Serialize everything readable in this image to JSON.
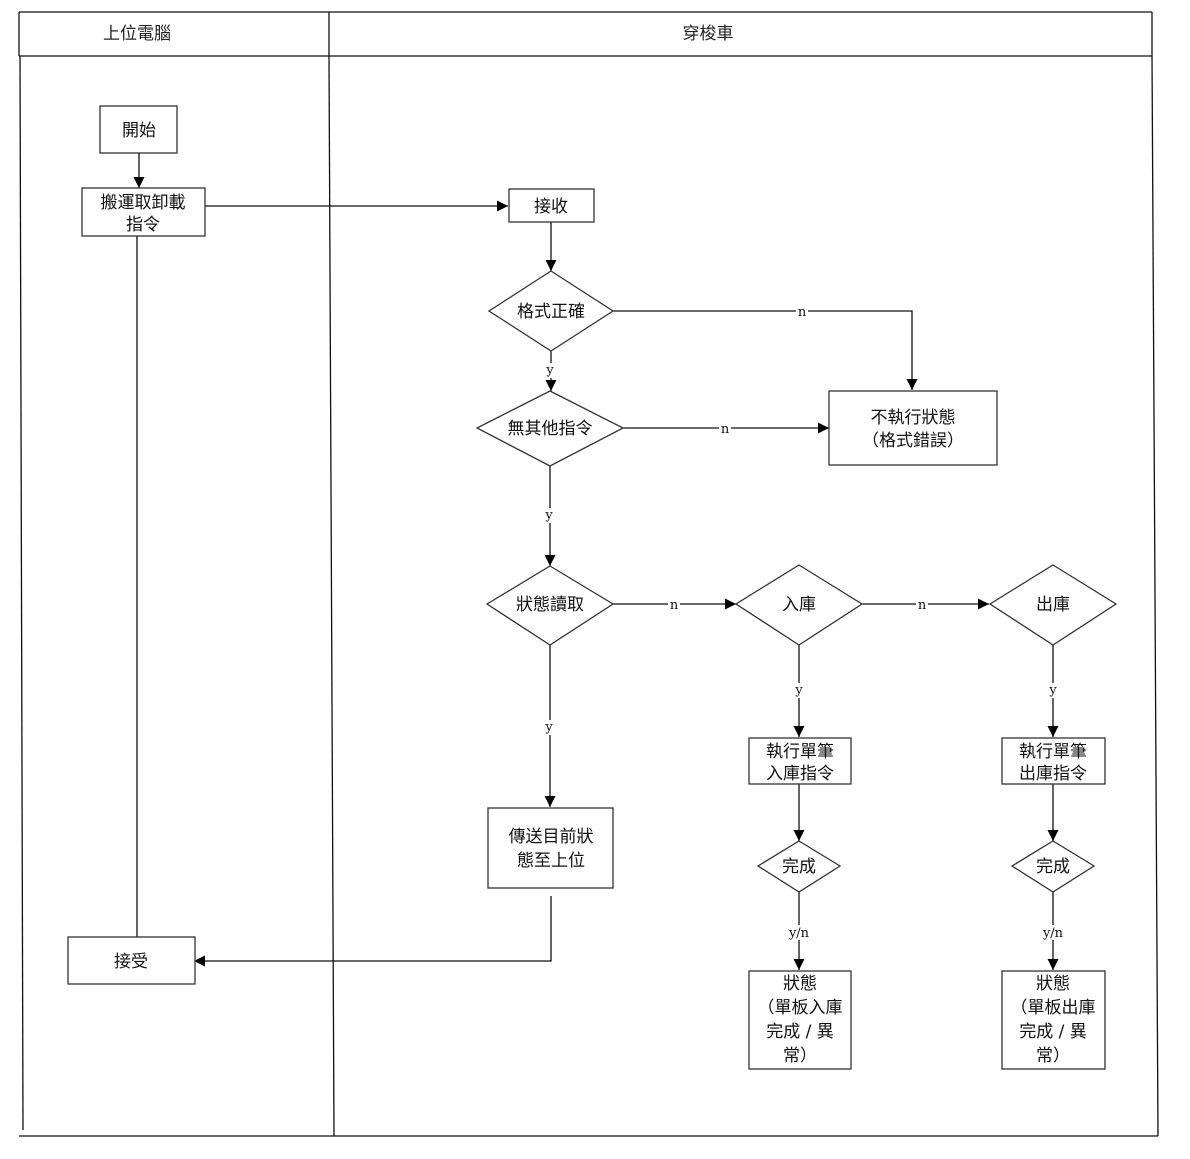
{
  "lanes": {
    "host": "上位電腦",
    "shuttle": "穿梭車"
  },
  "nodes": {
    "start": "開始",
    "cmd": [
      "搬運取卸載",
      "指令"
    ],
    "receive": "接收",
    "format_ok": "格式正確",
    "no_other_cmd": "無其他指令",
    "not_exec": [
      "不執行狀態",
      "（格式錯誤）"
    ],
    "status_read": "狀態讀取",
    "inbound": "入庫",
    "outbound": "出庫",
    "send_status": [
      "傳送目前狀",
      "態至上位"
    ],
    "exec_in": [
      "執行單筆",
      "入庫指令"
    ],
    "exec_out": [
      "執行單筆",
      "出庫指令"
    ],
    "done_in": "完成",
    "done_out": "完成",
    "status_in": [
      "狀態",
      "（單板入庫",
      "完成 / 異",
      "常）"
    ],
    "status_out": [
      "狀態",
      "（單板出庫",
      "完成 / 異",
      "常）"
    ],
    "accept": "接受"
  },
  "edge_labels": {
    "y": "y",
    "n": "n",
    "yn": "y/n"
  }
}
